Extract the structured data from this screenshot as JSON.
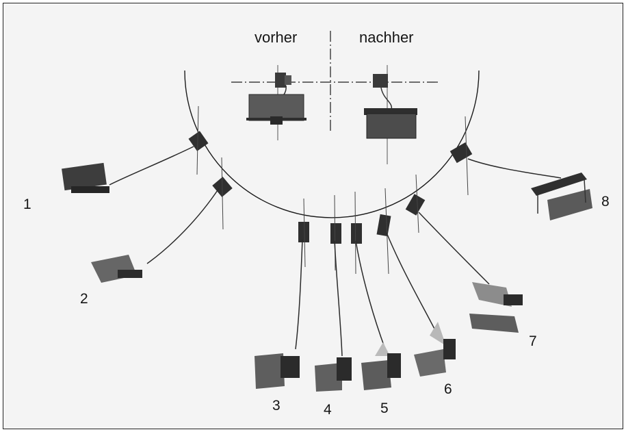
{
  "header": {
    "before_label": "vorher",
    "after_label": "nachher"
  },
  "positions": [
    {
      "label": "1"
    },
    {
      "label": "2"
    },
    {
      "label": "3"
    },
    {
      "label": "4"
    },
    {
      "label": "5"
    },
    {
      "label": "6"
    },
    {
      "label": "7"
    },
    {
      "label": "8"
    }
  ],
  "colors": {
    "background": "#f4f4f4",
    "ink": "#1a1a1a",
    "plate_dark": "#3c3c3c",
    "plate_mid": "#707070",
    "plate_light": "#9a9a9a"
  }
}
